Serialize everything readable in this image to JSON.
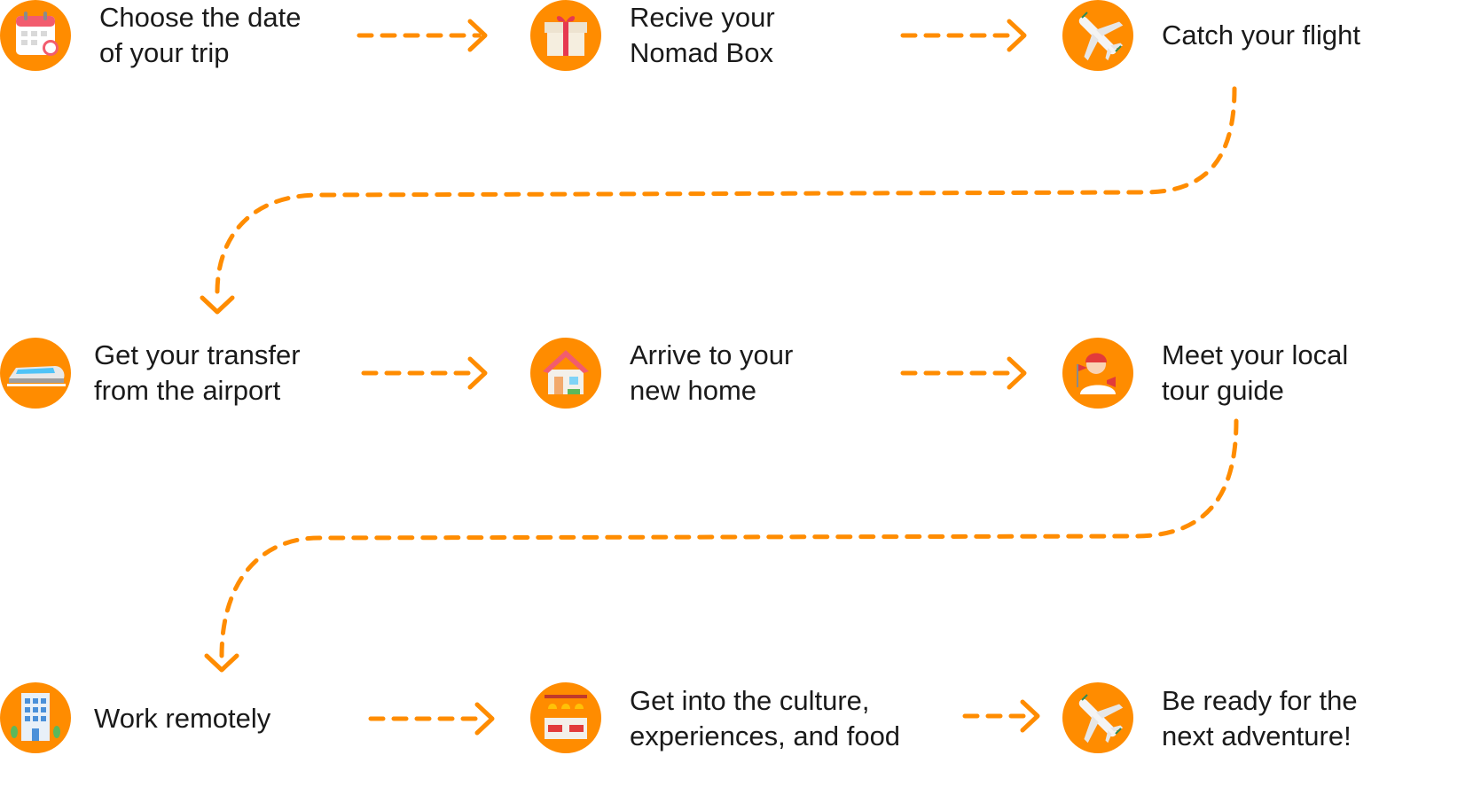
{
  "colors": {
    "accent": "#FF8C00",
    "circle": "#FF8C00",
    "text": "#1a1a1a"
  },
  "steps": [
    {
      "icon": "calendar-icon",
      "lines": [
        "Choose the date",
        "of your trip"
      ]
    },
    {
      "icon": "gift-box-icon",
      "lines": [
        "Recive your",
        "Nomad Box"
      ]
    },
    {
      "icon": "airplane-icon",
      "lines": [
        "Catch your flight"
      ]
    },
    {
      "icon": "train-icon",
      "lines": [
        "Get your  transfer",
        "from the airport"
      ]
    },
    {
      "icon": "house-icon",
      "lines": [
        "Arrive to your",
        "new home"
      ]
    },
    {
      "icon": "tour-guide-icon",
      "lines": [
        "Meet your local",
        "tour guide"
      ]
    },
    {
      "icon": "building-icon",
      "lines": [
        "Work remotely"
      ]
    },
    {
      "icon": "restaurant-icon",
      "lines": [
        "Get into the culture,",
        "experiences, and food"
      ]
    },
    {
      "icon": "airplane-icon",
      "lines": [
        "Be ready for the",
        "next adventure!"
      ]
    }
  ]
}
